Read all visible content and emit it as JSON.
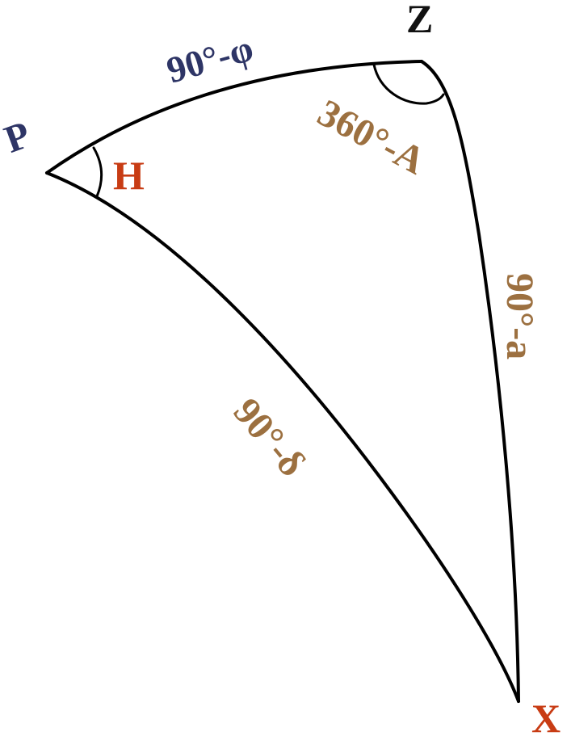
{
  "vertices": {
    "zenith": "Z",
    "pole": "P",
    "star": "X"
  },
  "angles": {
    "hour_angle": "H",
    "azimuth": "360°-A"
  },
  "sides": {
    "pole_zenith": "90°-φ",
    "zenith_star": "90°-a",
    "pole_star": "90°-δ"
  },
  "colors": {
    "lines": "#000000",
    "navy": "#2e3566",
    "brown": "#9c7040",
    "red": "#c83c14",
    "black_label": "#111111"
  }
}
